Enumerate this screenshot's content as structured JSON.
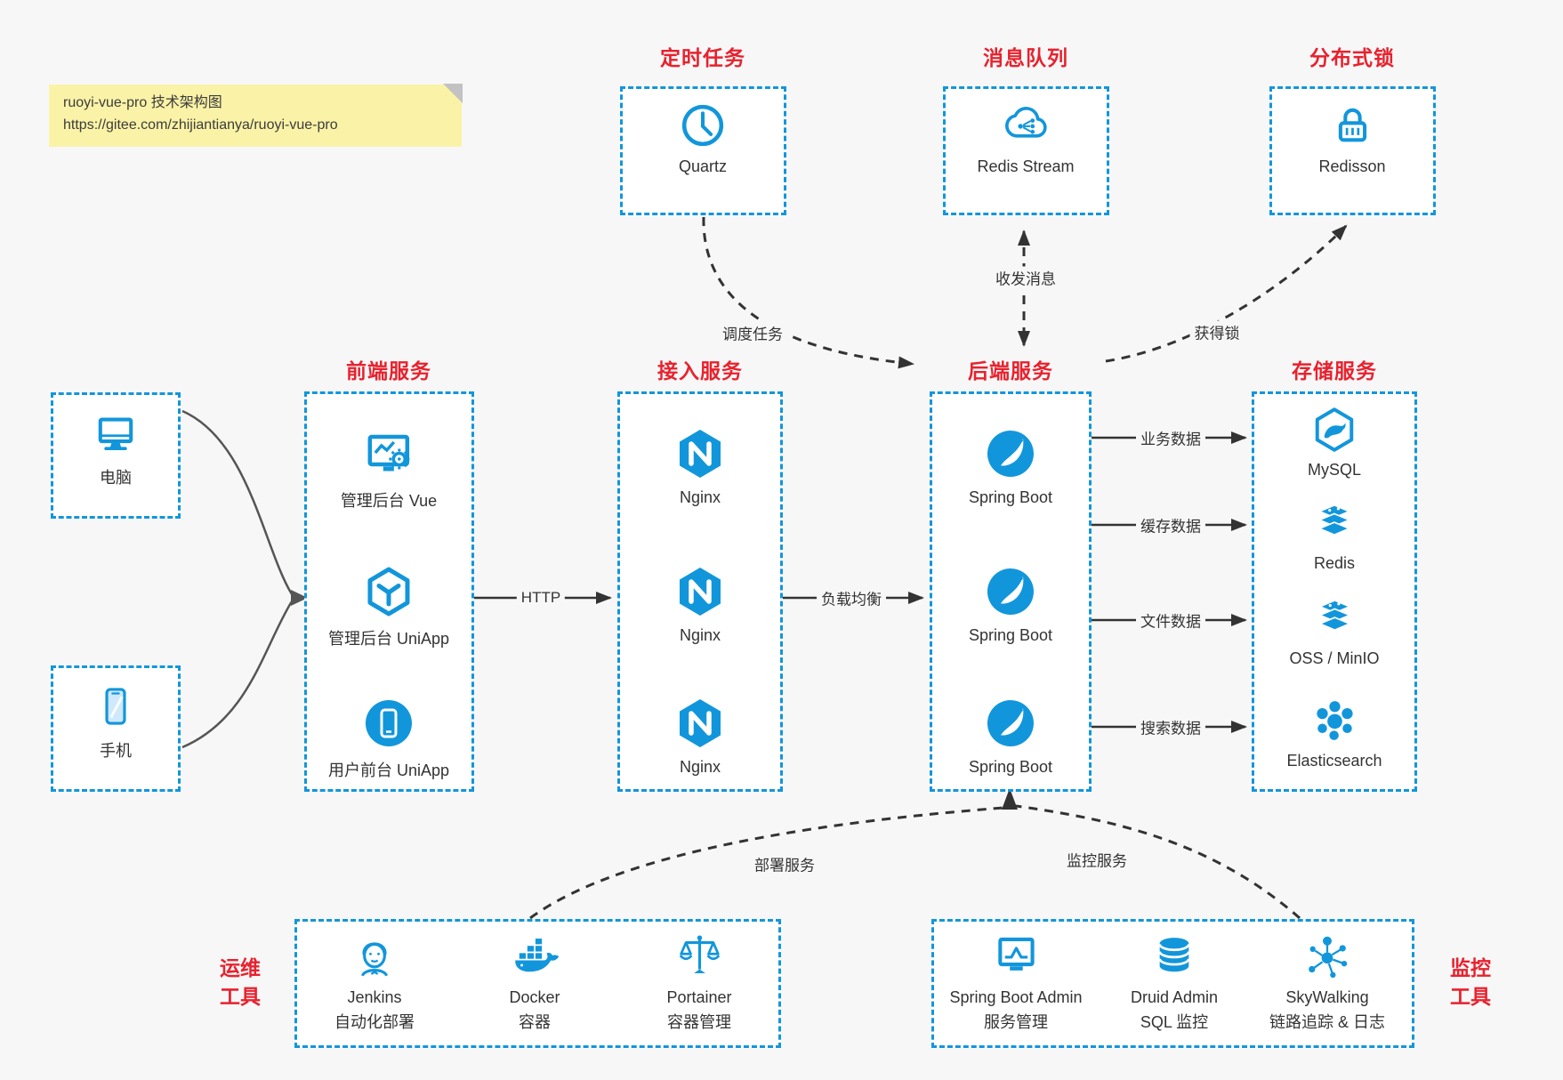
{
  "note": {
    "line1": "ruoyi-vue-pro 技术架构图",
    "line2": "https://gitee.com/zhijiantianya/ruoyi-vue-pro"
  },
  "top_groups": [
    {
      "title": "定时任务",
      "item": {
        "label": "Quartz",
        "icon": "clock-icon"
      }
    },
    {
      "title": "消息队列",
      "item": {
        "label": "Redis Stream",
        "icon": "cloud-stream-icon"
      }
    },
    {
      "title": "分布式锁",
      "item": {
        "label": "Redisson",
        "icon": "lock-icon"
      }
    }
  ],
  "clients": [
    {
      "label": "电脑",
      "icon": "desktop-icon"
    },
    {
      "label": "手机",
      "icon": "phone-icon"
    }
  ],
  "service_columns": [
    {
      "title": "前端服务",
      "items": [
        {
          "label": "管理后台 Vue",
          "icon": "admin-vue-icon"
        },
        {
          "label": "管理后台 UniApp",
          "icon": "uniapp-icon"
        },
        {
          "label": "用户前台 UniApp",
          "icon": "user-app-icon"
        }
      ]
    },
    {
      "title": "接入服务",
      "items": [
        {
          "label": "Nginx",
          "icon": "nginx-icon"
        },
        {
          "label": "Nginx",
          "icon": "nginx-icon"
        },
        {
          "label": "Nginx",
          "icon": "nginx-icon"
        }
      ]
    },
    {
      "title": "后端服务",
      "items": [
        {
          "label": "Spring Boot",
          "icon": "spring-icon"
        },
        {
          "label": "Spring Boot",
          "icon": "spring-icon"
        },
        {
          "label": "Spring Boot",
          "icon": "spring-icon"
        }
      ]
    },
    {
      "title": "存储服务",
      "items": [
        {
          "label": "MySQL",
          "icon": "mysql-icon"
        },
        {
          "label": "Redis",
          "icon": "redis-stack-icon"
        },
        {
          "label": "OSS / MinIO",
          "icon": "storage-stack-icon"
        },
        {
          "label": "Elasticsearch",
          "icon": "elasticsearch-icon"
        }
      ]
    }
  ],
  "tool_groups": [
    {
      "side_line1": "运维",
      "side_line2": "工具",
      "items": [
        {
          "label": "Jenkins",
          "sublabel": "自动化部署",
          "icon": "jenkins-icon"
        },
        {
          "label": "Docker",
          "sublabel": "容器",
          "icon": "docker-icon"
        },
        {
          "label": "Portainer",
          "sublabel": "容器管理",
          "icon": "portainer-icon"
        }
      ]
    },
    {
      "side_line1": "监控",
      "side_line2": "工具",
      "items": [
        {
          "label": "Spring Boot Admin",
          "sublabel": "服务管理",
          "icon": "spring-admin-icon"
        },
        {
          "label": "Druid Admin",
          "sublabel": "SQL 监控",
          "icon": "druid-icon"
        },
        {
          "label": "SkyWalking",
          "sublabel": "链路追踪 & 日志",
          "icon": "skywalking-icon"
        }
      ]
    }
  ],
  "edge_labels": {
    "schedule": "调度任务",
    "message": "收发消息",
    "lock": "获得锁",
    "http": "HTTP",
    "load_balance": "负载均衡",
    "business_data": "业务数据",
    "cache_data": "缓存数据",
    "file_data": "文件数据",
    "search_data": "搜索数据",
    "deploy": "部署服务",
    "monitor": "监控服务"
  },
  "colors": {
    "accent_blue": "#1296db",
    "title_red": "#e8222d",
    "arrow_dark": "#333333",
    "arrow_gray": "#555555",
    "note_bg": "#faf2a6",
    "canvas_bg": "#f7f7f8"
  }
}
